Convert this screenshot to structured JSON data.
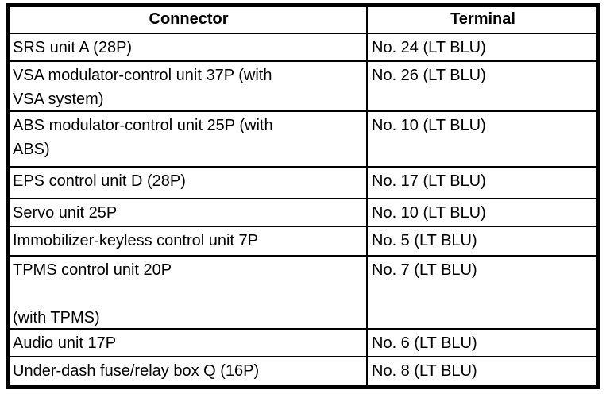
{
  "table": {
    "columns": [
      "Connector",
      "Terminal"
    ],
    "rows": [
      {
        "connector": "SRS unit A (28P)",
        "terminal": "No. 24 (LT BLU)"
      },
      {
        "connector": "VSA modulator-control unit 37P (with\nVSA system)",
        "terminal": "No. 26 (LT BLU)"
      },
      {
        "connector": "ABS modulator-control unit 25P (with\nABS)",
        "terminal": "No. 10 (LT BLU)"
      },
      {
        "connector": "EPS control unit D (28P)",
        "terminal": "No. 17 (LT BLU)"
      },
      {
        "connector": "Servo unit 25P",
        "terminal": "No. 10 (LT BLU)"
      },
      {
        "connector": "Immobilizer-keyless control unit 7P",
        "terminal": "No. 5 (LT BLU)"
      },
      {
        "connector": "TPMS control unit 20P\n\n(with TPMS)",
        "terminal": "No. 7 (LT BLU)"
      },
      {
        "connector": "Audio unit 17P",
        "terminal": "No. 6 (LT BLU)"
      },
      {
        "connector": "Under-dash fuse/relay box Q (16P)",
        "terminal": "No. 8 (LT BLU)"
      }
    ],
    "text_color": "#000000",
    "border_color": "#000000",
    "background_color": "#ffffff"
  }
}
